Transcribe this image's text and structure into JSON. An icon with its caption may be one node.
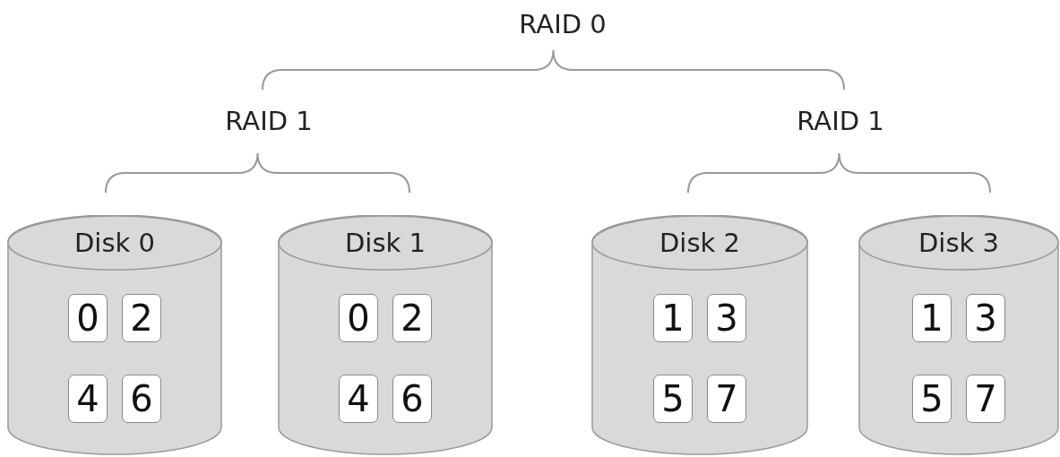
{
  "diagram": {
    "nodes": [
      {
        "text": [
          "Disk 0"
        ]
      },
      {
        "text": [
          "0"
        ],
        "in": 0
      },
      {
        "text": [
          "2"
        ],
        "in": 0
      },
      {
        "text": [
          "4"
        ],
        "in": 0
      },
      {
        "text": [
          "6"
        ],
        "in": 0
      },
      {
        "text": [
          "Disk 1"
        ]
      },
      {
        "text": [
          "0"
        ],
        "in": 5
      },
      {
        "text": [
          "2"
        ],
        "in": 5
      },
      {
        "text": [
          "4"
        ],
        "in": 5
      },
      {
        "text": [
          "6"
        ],
        "in": 5
      },
      {
        "text": [
          "Disk 2"
        ]
      },
      {
        "text": [
          "1"
        ],
        "in": 10
      },
      {
        "text": [
          "3"
        ],
        "in": 10
      },
      {
        "text": [
          "5"
        ],
        "in": 10
      },
      {
        "text": [
          "7"
        ],
        "in": 10
      },
      {
        "text": [
          "Disk 3"
        ]
      },
      {
        "text": [
          "1"
        ],
        "in": 15
      },
      {
        "text": [
          "3"
        ],
        "in": 15
      },
      {
        "text": [
          "5"
        ],
        "in": 15
      },
      {
        "text": [
          "7"
        ],
        "in": 15
      }
    ],
    "edges": [],
    "labels": [
      "RAID 0",
      "RAID 1",
      "RAID 1"
    ]
  }
}
